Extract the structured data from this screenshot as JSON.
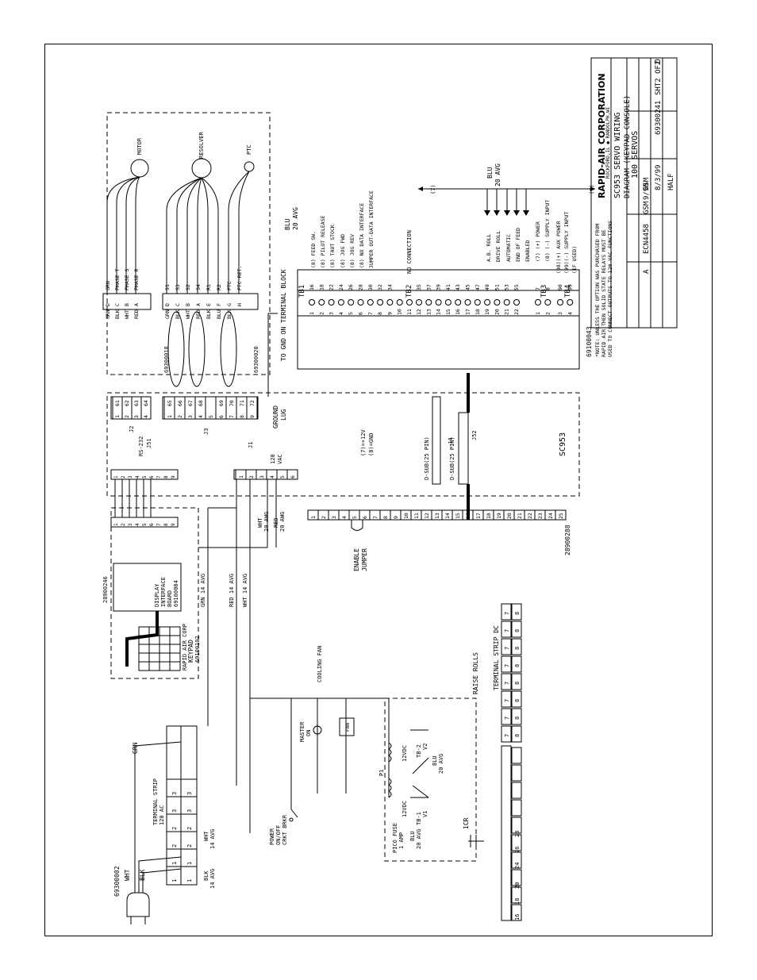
{
  "title_block": {
    "company": "RAPID-AIR CORPORATION",
    "location": "ROCKFORD,IL ● RANDOLPH,WI",
    "drawing_title": "SC953 SERVO WIRING",
    "drawing_subtitle": "DIAGRAM (KEYPAD CONSOLE)",
    "series": "100 SERVOS",
    "drawn_by": "GSM",
    "date": "8/3/99",
    "part_number": "69300241",
    "sheet": "SHT2 OF2",
    "rev": "D",
    "scale": "HALF",
    "ecn": "ECN4458",
    "ecn_by": "GSM",
    "ecn_date": "9/99",
    "rev_letter": "A"
  },
  "notes": {
    "part": "69100043",
    "note": "*NOTE: UNLESS THE OPTION WAS PURCHASED FROM",
    "note2": "RAPID AIR THEN SOLID STATE RELAYS MUST BE",
    "note3": "USED TO CONNECT OUTPUTS TO 120 VAC FUNCTIONS"
  },
  "motor_block": {
    "part": "69300018",
    "terminals": [
      "GRN",
      "BLK",
      "WHT",
      "RED"
    ],
    "pins": [
      "D",
      "C",
      "B",
      "A"
    ],
    "labels": [
      "GRN",
      "PHASE T",
      "PHASE S",
      "PHASE R"
    ],
    "device": "MOTOR",
    "j2_pins": [
      "1",
      "2",
      "3",
      "4"
    ],
    "j2_wires": [
      "61",
      "62",
      "63",
      "64"
    ],
    "j2_label": "J2"
  },
  "resolver_block": {
    "part": "69300020",
    "terminals": [
      "GRN",
      "BLK",
      "WHT",
      "RED",
      "BLK",
      "BLU",
      "BLK"
    ],
    "pins": [
      "D",
      "C",
      "B",
      "A",
      "E",
      "F",
      "G",
      "H"
    ],
    "labels": [
      "S1",
      "S3",
      "S2",
      "S4",
      "R1",
      "R2",
      "PTC",
      "PTC RET."
    ],
    "device": "RESOLVER",
    "ptc": "PTC",
    "j3_pins": [
      "1",
      "2",
      "3",
      "4",
      "5",
      "6",
      "7",
      "8",
      "9"
    ],
    "j3_wires": [
      "65",
      "66",
      "67",
      "68",
      "",
      "69",
      "70",
      "71",
      "72"
    ],
    "j3_label": "J3"
  },
  "controller": {
    "name": "SC953",
    "ground": "GROUND",
    "lug": "LUG",
    "to_gnd": "TO GND ON TERMINAL BLOCK",
    "rs232": "RS-232",
    "j51": "J51",
    "j52": "J52",
    "j4": "J4",
    "dsub_j52": "D-SUB(25 PIN)",
    "dsub_j4": "D-SUB(25 PIN)",
    "power_note1": "(7)=+12V",
    "power_note2": "(8)=GND",
    "j1": "J1",
    "j1_pins": [
      "1",
      "2",
      "3",
      "4",
      "5",
      "6"
    ],
    "vac": "120",
    "vac2": "VAC"
  },
  "tb1": {
    "label": "TB1",
    "wire_gauge": "BLU",
    "wire_gauge2": "20 AVG",
    "pins": [
      "1",
      "2",
      "3",
      "4",
      "5",
      "6",
      "7",
      "8",
      "9",
      "10",
      "11"
    ],
    "wires": [
      "16",
      "18",
      "22",
      "24",
      "26",
      "28",
      "30",
      "32",
      "34"
    ],
    "signals": [
      "(8) FEED SW.",
      "(8) PILOT RELEASE",
      "(8) TAUT STOCK",
      "(8) JOG FWD",
      "(8) JOG REV",
      "(8) NO DATA INTERFACE",
      "JUMPER OUT-DATA INTERFACE"
    ],
    "no_conn": "NO CONNECTION"
  },
  "tb2": {
    "label": "TB2",
    "pins": [
      "12",
      "13",
      "14",
      "15",
      "16",
      "17",
      "18",
      "19",
      "20",
      "21",
      "22"
    ],
    "wires": [
      "35",
      "37",
      "39",
      "41",
      "43",
      "45",
      "47",
      "49",
      "51",
      "53",
      "55"
    ],
    "signals": [
      "A.B. ROLL",
      "DRIVE ROLL",
      "AUTOMATIC",
      "END OF FEED",
      "ENABLED"
    ]
  },
  "tb3": {
    "label": "TB3",
    "pins": [
      "1",
      "2"
    ],
    "wires": [
      "7",
      "8"
    ],
    "signals": [
      "(7) (+) POWER",
      "(8) (-) SUPPLY INPUT"
    ]
  },
  "tb4": {
    "label": "TB4",
    "pins": [
      "3",
      "4"
    ],
    "wires": [
      "98",
      "99"
    ],
    "signals": [
      "(98)(+) AUX POWER",
      "(99)(-) SUPPLY INPUT",
      "(IF USED)"
    ]
  },
  "output_bus": {
    "wire": "BLU",
    "wire2": "20 AVG",
    "label_a": "(7)",
    "label_b": "(7)"
  },
  "ribbon": {
    "part": "28900288",
    "pins": [
      "1",
      "2",
      "3",
      "4",
      "5",
      "6",
      "7",
      "8",
      "9",
      "10",
      "11",
      "12",
      "13",
      "14",
      "15",
      "16",
      "17",
      "18",
      "19",
      "20",
      "21",
      "22",
      "23",
      "24",
      "25"
    ],
    "jumper": "ENABLE",
    "jumper2": "JUMPER"
  },
  "keypad": {
    "cable": "28900246",
    "display_board": "DISPLAY",
    "display_board2": "INTERFACE",
    "display_board3": "BOARD",
    "display_part": "69100084",
    "keypad_name": "RAPID AIR CORP",
    "keypad_name2": "KEYPAD",
    "keypad_part": "69100102",
    "conn_pins": [
      "1",
      "2",
      "3",
      "4",
      "5",
      "6",
      "7",
      "8",
      "9"
    ]
  },
  "power_section": {
    "cord_part": "69300002",
    "wht": "WHT",
    "blk": "BLK",
    "grn": "GRN",
    "strip": "TERMINAL STRIP",
    "strip2": "120 AC",
    "strip_pins_top": [
      "1",
      "1",
      "2",
      "2",
      "3",
      "3"
    ],
    "blk_wire": "BLK",
    "blk_wire2": "14 AVG",
    "wht_wire": "WHT",
    "wht_wire2": "14 AVG",
    "grn_wire": "GRN  14 AVG",
    "red_wire": "RED  14 AVG",
    "wht_wire_b": "WHT  14 AVG",
    "j1_wht": "WHT",
    "j1_gauge": "20 AWG",
    "j1_red": "RED",
    "j1_gauge2": "20 AWG",
    "power_brkr": "POWER",
    "power_brkr2": "ON/OFF",
    "power_brkr3": "CRKT BRKR",
    "master": "MASTER",
    "master2": "ON",
    "fan": "FAN",
    "cooling": "COOLING FAN",
    "p1": "P1",
    "v1_12vdc": "12VDC",
    "v2_12vdc": "12VDC",
    "tb1_v1": "TB-1",
    "tb1_v1b": "V1",
    "tb2_v2": "TB-2",
    "tb2_v2b": "V2",
    "pico": "PICO FUSE",
    "amp": "1 AMP",
    "blu_a": "BLU",
    "blu_a2": "20 AVG",
    "blu_b": "BLU",
    "blu_b2": "20 AVG",
    "icr": "1CR",
    "raise": "RAISE ROLLS",
    "num1": "1",
    "num2": "2",
    "num3": "3"
  },
  "dc_strip": {
    "label": "TERMINAL STRIP DC",
    "sevens": [
      "7",
      "7",
      "7",
      "7",
      "7",
      "7",
      "7",
      "7"
    ],
    "eights": [
      "8",
      "8",
      "8",
      "8",
      "8",
      "8",
      "8",
      "8"
    ],
    "bottom": [
      "16",
      "18",
      "20",
      "24",
      "26",
      "28"
    ]
  }
}
